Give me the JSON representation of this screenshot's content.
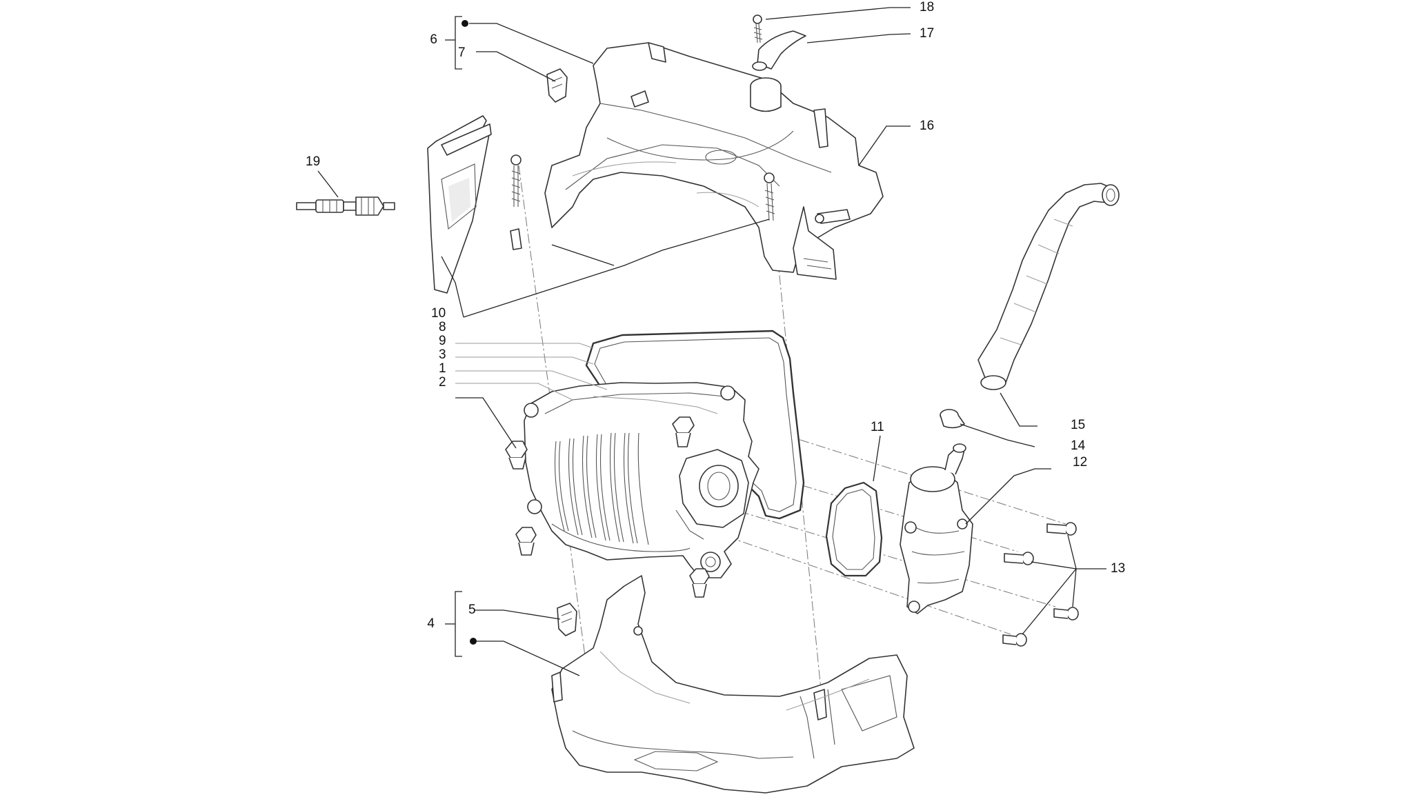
{
  "callouts": {
    "c1": "1",
    "c2": "2",
    "c3": "3",
    "c4": "4",
    "c5": "5",
    "c6": "6",
    "c7": "7",
    "c8": "8",
    "c9": "9",
    "c10": "10",
    "c11": "11",
    "c12": "12",
    "c13": "13",
    "c14": "14",
    "c15": "15",
    "c16": "16",
    "c17": "17",
    "c18": "18",
    "c19": "19"
  },
  "colors": {
    "line": "#333333",
    "label": "#111111",
    "background": "#ffffff"
  }
}
